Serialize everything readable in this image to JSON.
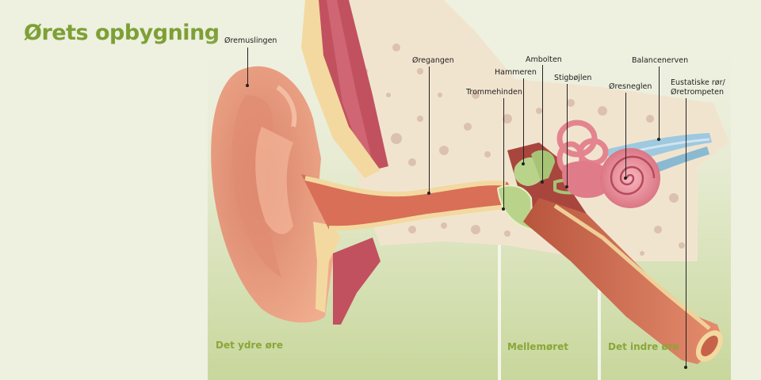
{
  "title": "Ørets opbygning",
  "labels": {
    "oremuslingen": "Øremuslingen",
    "oregangen": "Øregangen",
    "ambolten": "Ambolten",
    "hammeren": "Hammeren",
    "trommehinden": "Trommehinden",
    "stigbojlen": "Stigbøjlen",
    "balancenerven": "Balancenerven",
    "oresneglen": "Øresneglen",
    "eustatiske_line1": "Eustatiske rør/",
    "eustatiske_line2": "Øretrompeten"
  },
  "regions": {
    "outer": "Det ydre øre",
    "middle": "Mellemøret",
    "inner": "Det indre øre"
  },
  "colors": {
    "title": "#7da035",
    "region_text": "#8aa637",
    "background": "#eef0e0",
    "skin": "#e9a285",
    "bone": "#f1e4cf",
    "muscle": "#c2515f",
    "cartilage": "#f3d9a0"
  }
}
